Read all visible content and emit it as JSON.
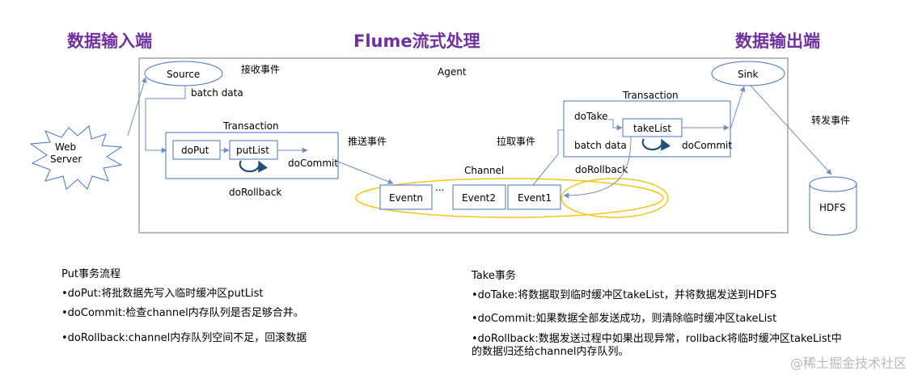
{
  "headers": {
    "input": "数据输入端",
    "flume": "Flume流式处理",
    "output": "数据输出端"
  },
  "diagram": {
    "agent": "Agent",
    "receive_event": "接收事件",
    "source": "Source",
    "batch_data_1": "batch data",
    "web_server_line1": "Web",
    "web_server_line2": "Server",
    "put_transaction": "Transaction",
    "do_put": "doPut",
    "put_list": "putList",
    "do_commit_1": "doCommit",
    "do_rollback_1": "doRollback",
    "push_event": "推送事件",
    "channel": "Channel",
    "event_n": "Eventn",
    "ellipsis": "...",
    "event2": "Event2",
    "event1": "Event1",
    "pull_event": "拉取事件",
    "take_transaction": "Transaction",
    "do_take": "doTake",
    "take_list": "takeList",
    "batch_data_2": "batch data",
    "do_commit_2": "doCommit",
    "do_rollback_2": "doRollback",
    "sink": "Sink",
    "forward_event": "转发事件",
    "hdfs": "HDFS"
  },
  "put_notes": {
    "title": "Put事务流程",
    "line1": "•doPut:将批数据先写入临时缓冲区putList",
    "line2": "•doCommit:检查channel内存队列是否足够合并。",
    "line3": "•doRollback:channel内存队列空间不足，回滚数据"
  },
  "take_notes": {
    "title": "Take事务",
    "line1": "•doTake:将数据取到临时缓冲区takeList，并将数据发送到HDFS",
    "line2": "•doCommit:如果数据全部发送成功，则清除临时缓冲区takeList",
    "line3": "•doRollback:数据发送过程中如果出现异常，rollback将临时缓冲区takeList中的数据归还给channel内存队列。"
  },
  "watermark": "@稀土掘金技术社区",
  "colors": {
    "heading": "#7030a0",
    "box_border": "#4472c4",
    "channel_border": "#f5c518",
    "arrow": "#6d8fc7",
    "cycle_arrow": "#1f4e79",
    "agent_border": "#8c8c8c"
  }
}
